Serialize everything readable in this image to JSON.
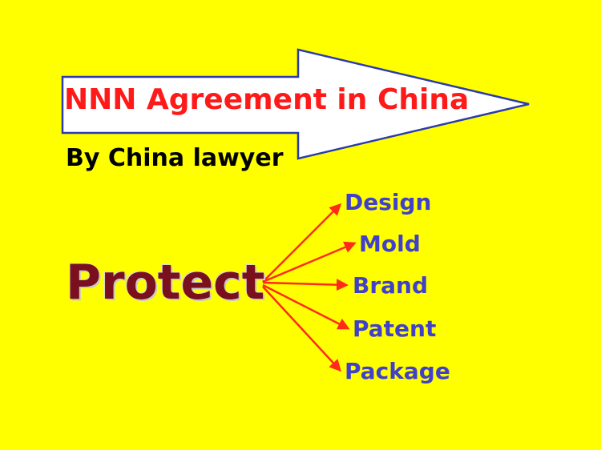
{
  "banner": {
    "title": "NNN Agreement in China",
    "subtitle": "By China lawyer"
  },
  "main": {
    "protect_label": "Protect",
    "items": [
      "Design",
      "Mold",
      "Brand",
      "Patent",
      "Package"
    ]
  },
  "colors": {
    "background": "#ffff00",
    "arrow_fill": "#ffffff",
    "arrow_border": "#2b3bb0",
    "title": "#ff1a1a",
    "subtitle": "#000000",
    "protect": "#7a0f1e",
    "items": "#4040cc",
    "pointer_arrows": "#ff2a1a"
  }
}
